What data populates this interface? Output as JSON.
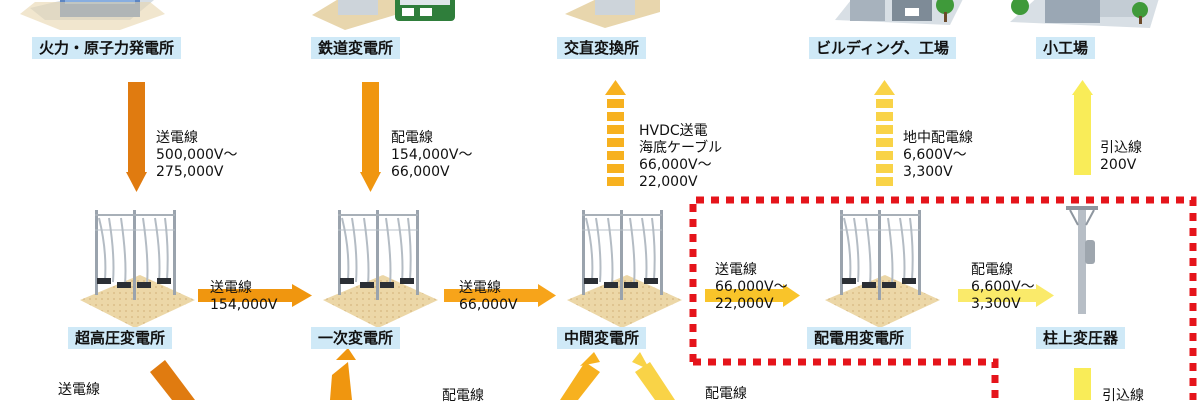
{
  "top_facilities": [
    {
      "id": "thermal",
      "label": "火力・原子力発電所"
    },
    {
      "id": "railway",
      "label": "鉄道変電所"
    },
    {
      "id": "acdc",
      "label": "交直変換所"
    },
    {
      "id": "building",
      "label": "ビルディング、工場"
    },
    {
      "id": "factory",
      "label": "小工場"
    }
  ],
  "substations": [
    {
      "id": "ultra",
      "label": "超高圧変電所"
    },
    {
      "id": "primary",
      "label": "一次変電所"
    },
    {
      "id": "intermediate",
      "label": "中間変電所"
    },
    {
      "id": "distribution",
      "label": "配電用変電所"
    },
    {
      "id": "pole",
      "label": "柱上変圧器"
    }
  ],
  "vertical_lines": [
    {
      "id": "v1",
      "lines": [
        "送電線",
        "500,000V〜",
        "275,000V"
      ],
      "color": "#e07b10"
    },
    {
      "id": "v2",
      "lines": [
        "配電線",
        "154,000V〜",
        "66,000V"
      ],
      "color": "#f0960f"
    },
    {
      "id": "v3",
      "lines": [
        "HVDC送電",
        "海底ケーブル",
        "66,000V〜",
        "22,000V"
      ],
      "color": "#f7b11f"
    },
    {
      "id": "v4",
      "lines": [
        "地中配電線",
        "6,600V〜",
        "3,300V"
      ],
      "color": "#f9d347"
    },
    {
      "id": "v5",
      "lines": [
        "引込線",
        "200V"
      ],
      "color": "#f9ec58"
    }
  ],
  "horizontal_lines": [
    {
      "id": "h1",
      "lines": [
        "送電線",
        "154,000V"
      ],
      "color": "#f0960f"
    },
    {
      "id": "h2",
      "lines": [
        "送電線",
        "66,000V"
      ],
      "color": "#f7a41a"
    },
    {
      "id": "h3",
      "lines": [
        "送電線",
        "66,000V〜",
        "22,000V"
      ],
      "color": "#f9c42a"
    },
    {
      "id": "h4",
      "lines": [
        "配電線",
        "6,600V〜",
        "3,300V"
      ],
      "color": "#faea6a"
    }
  ],
  "bottom_partial": [
    {
      "id": "b1",
      "lines": [
        "送電線"
      ]
    },
    {
      "id": "b2",
      "lines": [
        "配電線"
      ]
    },
    {
      "id": "b3",
      "lines": [
        "配電線"
      ]
    },
    {
      "id": "b4",
      "lines": [
        "引込線"
      ]
    }
  ],
  "highlight_color": "#e5141b"
}
